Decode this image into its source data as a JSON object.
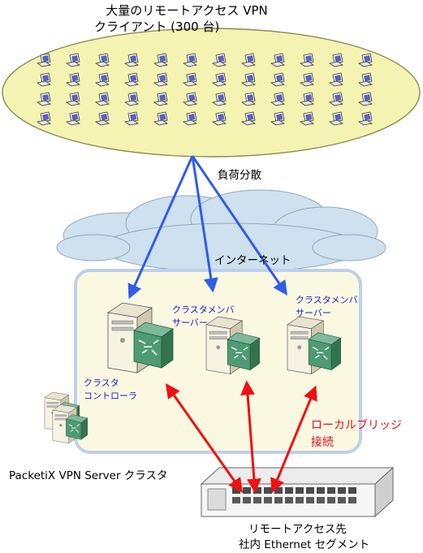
{
  "clients": {
    "title_line1": "大量のリモートアクセス VPN",
    "title_line2": "クライアント (300 台)"
  },
  "load_balancing_label": "負荷分散",
  "internet_label": "インターネット",
  "cluster": {
    "controller_label_line1": "クラスタ",
    "controller_label_line2": "コントローラ",
    "member1_label_line1": "クラスタメンバ",
    "member1_label_line2": "サーバー",
    "member2_label_line1": "クラスタメンバ",
    "member2_label_line2": "サーバー",
    "cluster_name": "PacketiX VPN Server クラスタ"
  },
  "local_bridge_line1": "ローカルブリッジ",
  "local_bridge_line2": "接続",
  "segment_line1": "リモートアクセス先",
  "segment_line2": "社内 Ethernet セグメント",
  "colors": {
    "ellipse_fill": "#f4f3b2",
    "cluster_box_fill": "#fbf8e2",
    "cluster_box_border": "#bcd0ea",
    "blue_arrow": "#2f5de8",
    "red_arrow": "#ee1111",
    "label_blue": "#1a1acc",
    "label_red": "#e8101b"
  }
}
